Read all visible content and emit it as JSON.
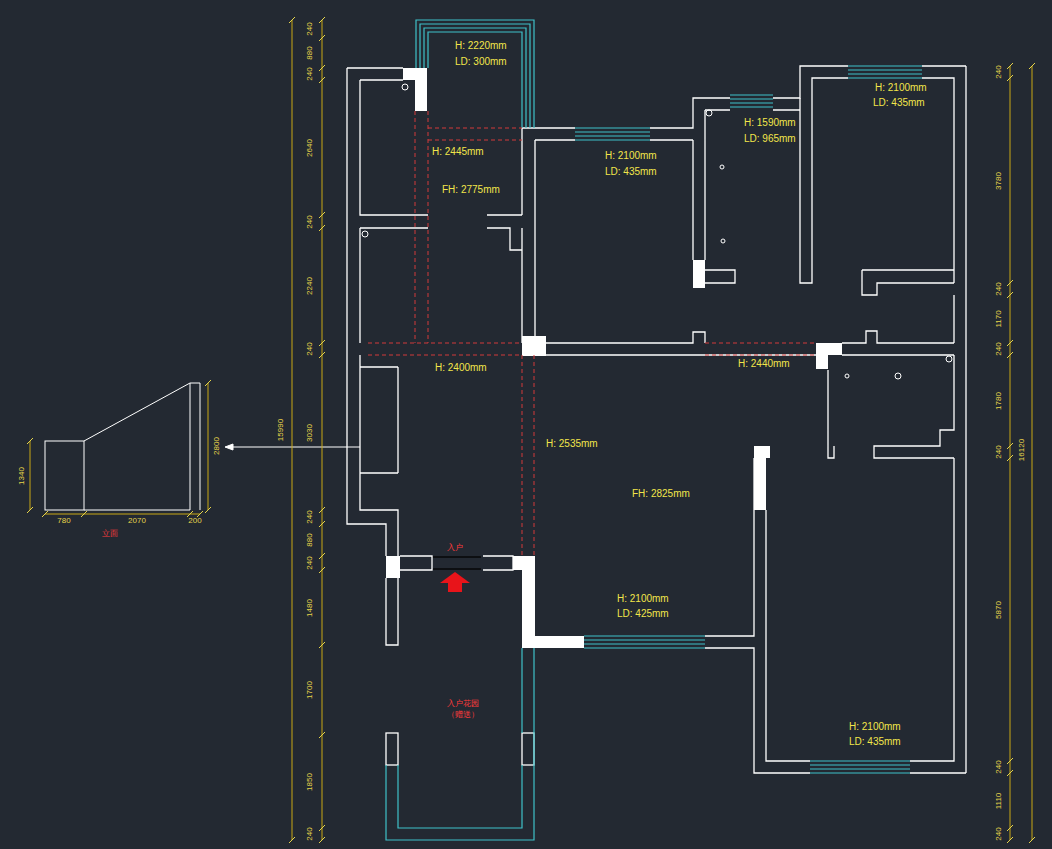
{
  "diagram": {
    "labels": [
      "H: 2220mm",
      "LD: 300mm",
      "H: 2445mm",
      "FH: 2775mm",
      "H: 2100mm",
      "LD: 435mm",
      "H: 1590mm",
      "LD: 965mm",
      "H: 2100mm",
      "LD: 435mm",
      "H: 2400mm",
      "H: 2440mm",
      "H: 2535mm",
      "FH: 2825mm",
      "入户",
      "H: 2100mm",
      "LD: 425mm",
      "入户花园",
      "（赠送）",
      "H: 2100mm",
      "LD: 435mm",
      "240",
      "880",
      "240",
      "2640",
      "240",
      "2240",
      "240",
      "3030",
      "240",
      "880",
      "240",
      "1480",
      "1700",
      "1850",
      "240",
      "15990",
      "240",
      "3780",
      "240",
      "1170",
      "240",
      "1780",
      "240",
      "5870",
      "240",
      "1110",
      "240",
      "16120",
      "1340",
      "780",
      "2070",
      "200",
      "2800",
      "立面"
    ]
  }
}
